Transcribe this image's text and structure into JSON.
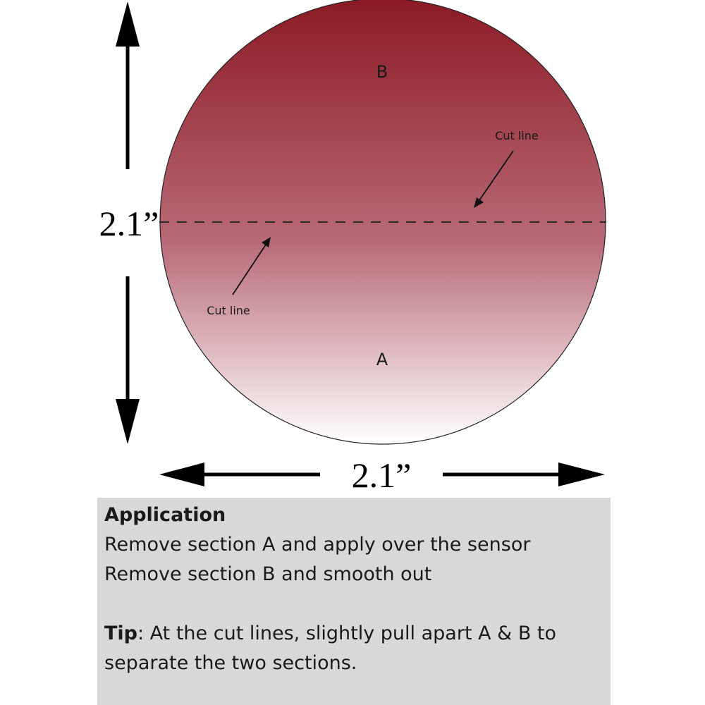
{
  "diagram": {
    "section_top_label": "B",
    "section_bottom_label": "A",
    "cut_line_label_upper": "Cut line",
    "cut_line_label_lower": "Cut line",
    "height_dimension": "2.1”",
    "width_dimension": "2.1”",
    "colors": {
      "gradient_top": "#8b1a24",
      "gradient_mid": "#b96b78",
      "gradient_bottom": "#ffffff",
      "arrows": "#000000"
    }
  },
  "instructions": {
    "heading": "Application",
    "line1": "Remove section A and apply over the sensor",
    "line2": "Remove section B and smooth out",
    "tip_label": "Tip",
    "tip_text": ": At the cut lines, slightly pull apart A & B to",
    "tip_text_cont": "separate the two sections."
  }
}
